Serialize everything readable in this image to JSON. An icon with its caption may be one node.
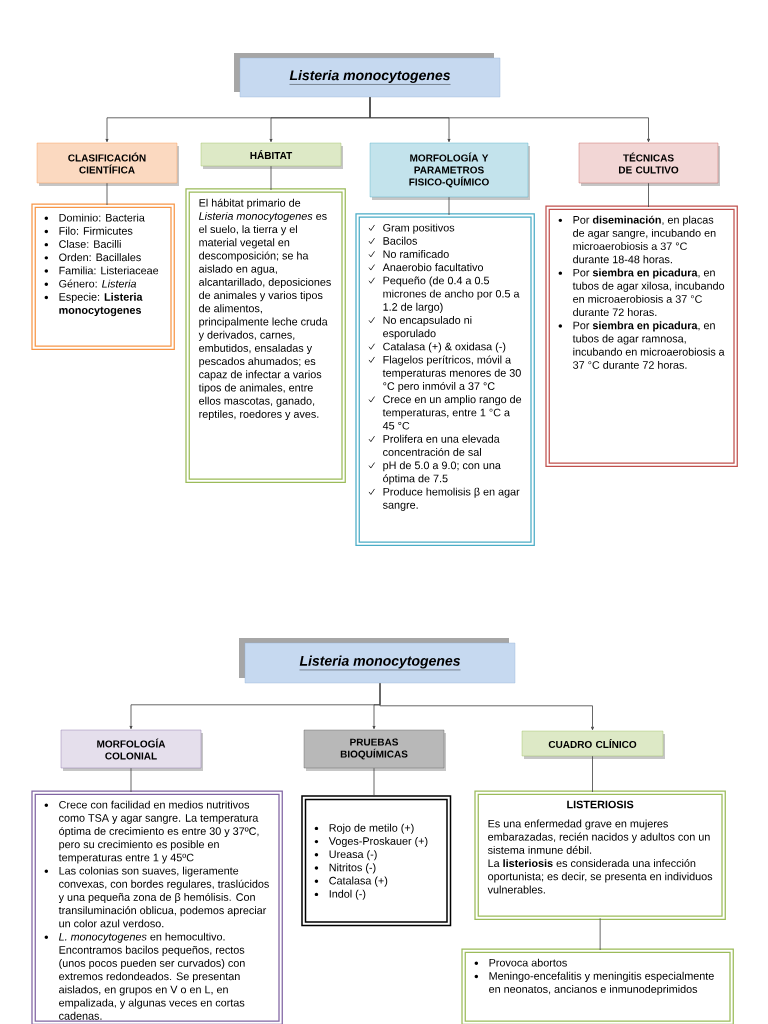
{
  "diagram": {
    "nodes": [
      {
        "text": [
          "Listeria monocytogenes"
        ]
      },
      {
        "text": [
          "CLASIFICACIÓN CIENTÍFICA"
        ]
      },
      {
        "text": [
          "HÁBITAT"
        ]
      },
      {
        "text": [
          "MORFOLOGÍA Y PARAMETROS FISICO-QUÍMICO"
        ]
      },
      {
        "text": [
          "TÉCNICAS DE CULTIVO"
        ]
      },
      {
        "text": [
          "Dominio: Bacteria",
          "Filo: Firmicutes",
          "Clase: Bacilli",
          "Orden: Bacillales",
          "Familia: Listeriaceae",
          "Género: *Listeria*",
          "Especie: **Listeria monocytogenes**"
        ]
      },
      {
        "text": [
          "El hábitat primario de *Listeria monocytogenes* es el suelo, la tierra y el material vegetal en descomposición; se ha aislado en agua, alcantarillado, deposiciones de animales y varios tipos de alimentos, principalmente leche cruda y derivados, carnes, embutidos, ensaladas y pescados ahumados; es capaz de infectar a varios tipos de animales, entre ellos mascotas, ganado, reptiles, roedores y aves."
        ]
      },
      {
        "text": [
          "Gram positivos",
          "Bacilos",
          "No ramificado",
          "Anaerobio facultativo",
          "Pequeño (de 0.4 a 0.5 micrones de ancho por 0.5 a 1.2 de largo)",
          "No encapsulado ni esporulado",
          "Catalasa (+) & oxidasa (-)",
          "Flagelos perítricos, móvil a temperaturas menores de 30 °C pero inmóvil a 37 °C",
          "Crece en un amplio rango de temperaturas, entre 1 °C a 45 °C",
          "Prolifera en una elevada concentración de sal",
          "pH de 5.0 a 9.0; con una óptima de 7.5",
          "Produce hemolisis β en agar sangre."
        ]
      },
      {
        "text": [
          "Por **diseminación**, en placas de agar sangre, incubando en microaerobiosis a 37 °C durante 18-48 horas.",
          "Por **siembra en picadura**, en tubos de agar xilosa, incubando en microaerobiosis a 37 °C durante 72 horas.",
          "Por **siembra en picadura**, en tubos de agar ramnosa, incubando en microaerobiosis a 37 °C durante 72 horas."
        ]
      },
      {
        "text": [
          "Listeria monocytogenes"
        ]
      },
      {
        "text": [
          "MORFOLOGÍA COLONIAL"
        ]
      },
      {
        "text": [
          "PRUEBAS BIOQUÍMICAS"
        ]
      },
      {
        "text": [
          "CUADRO CLÍNICO"
        ]
      },
      {
        "text": [
          "Crece con facilidad en medios nutritivos como TSA y agar sangre. La temperatura óptima de crecimiento es entre 30 y 37ºC, pero su crecimiento es posible en temperaturas entre 1 y 45ºC",
          "Las colonias son suaves, ligeramente convexas, con bordes regulares, traslúcidos y una pequeña zona de β hemólisis. Con transiluminación oblicua, podemos apreciar un color azul verdoso.",
          "*L. monocytogenes* en hemocultivo. Encontramos bacilos pequeños, rectos (unos pocos pueden ser curvados) con extremos redondeados. Se presentan aislados, en grupos en V o en L, en empalizada, y algunas veces en cortas cadenas."
        ]
      },
      {
        "text": [
          "Rojo de metilo (+)",
          "Voges-Proskauer (+)",
          "Ureasa (-)",
          "Nitritos (-)",
          "Catalasa (+)",
          "Indol (-)"
        ]
      },
      {
        "text": [
          "LISTERIOSIS",
          "Es una enfermedad grave en mujeres embarazadas, recién nacidos y adultos con un sistema inmune débil.",
          "La **listeriosis** es considerada una infección oportunista; es decir, se presenta en individuos vulnerables."
        ]
      },
      {
        "text": [
          "Provoca abortos",
          "Meningo-encefalitis y meningitis especialmente en neonatos, ancianos e inmunodeprimidos"
        ]
      }
    ],
    "edges": [
      {
        "from": 0,
        "to": 1,
        "arrow": "to"
      },
      {
        "from": 0,
        "to": 2,
        "arrow": "to"
      },
      {
        "from": 0,
        "to": 3,
        "arrow": "to"
      },
      {
        "from": 0,
        "to": 4,
        "arrow": "to"
      },
      {
        "from": 1,
        "to": 5,
        "arrow": "none"
      },
      {
        "from": 2,
        "to": 6,
        "arrow": "none"
      },
      {
        "from": 3,
        "to": 7,
        "arrow": "none"
      },
      {
        "from": 4,
        "to": 8,
        "arrow": "none"
      },
      {
        "from": 9,
        "to": 10,
        "arrow": "to"
      },
      {
        "from": 9,
        "to": 11,
        "arrow": "to"
      },
      {
        "from": 9,
        "to": 12,
        "arrow": "to"
      },
      {
        "from": 10,
        "to": 13,
        "arrow": "none"
      },
      {
        "from": 11,
        "to": 14,
        "arrow": "none"
      },
      {
        "from": 12,
        "to": 15,
        "arrow": "none"
      },
      {
        "from": 15,
        "to": 16,
        "arrow": "none"
      }
    ]
  }
}
